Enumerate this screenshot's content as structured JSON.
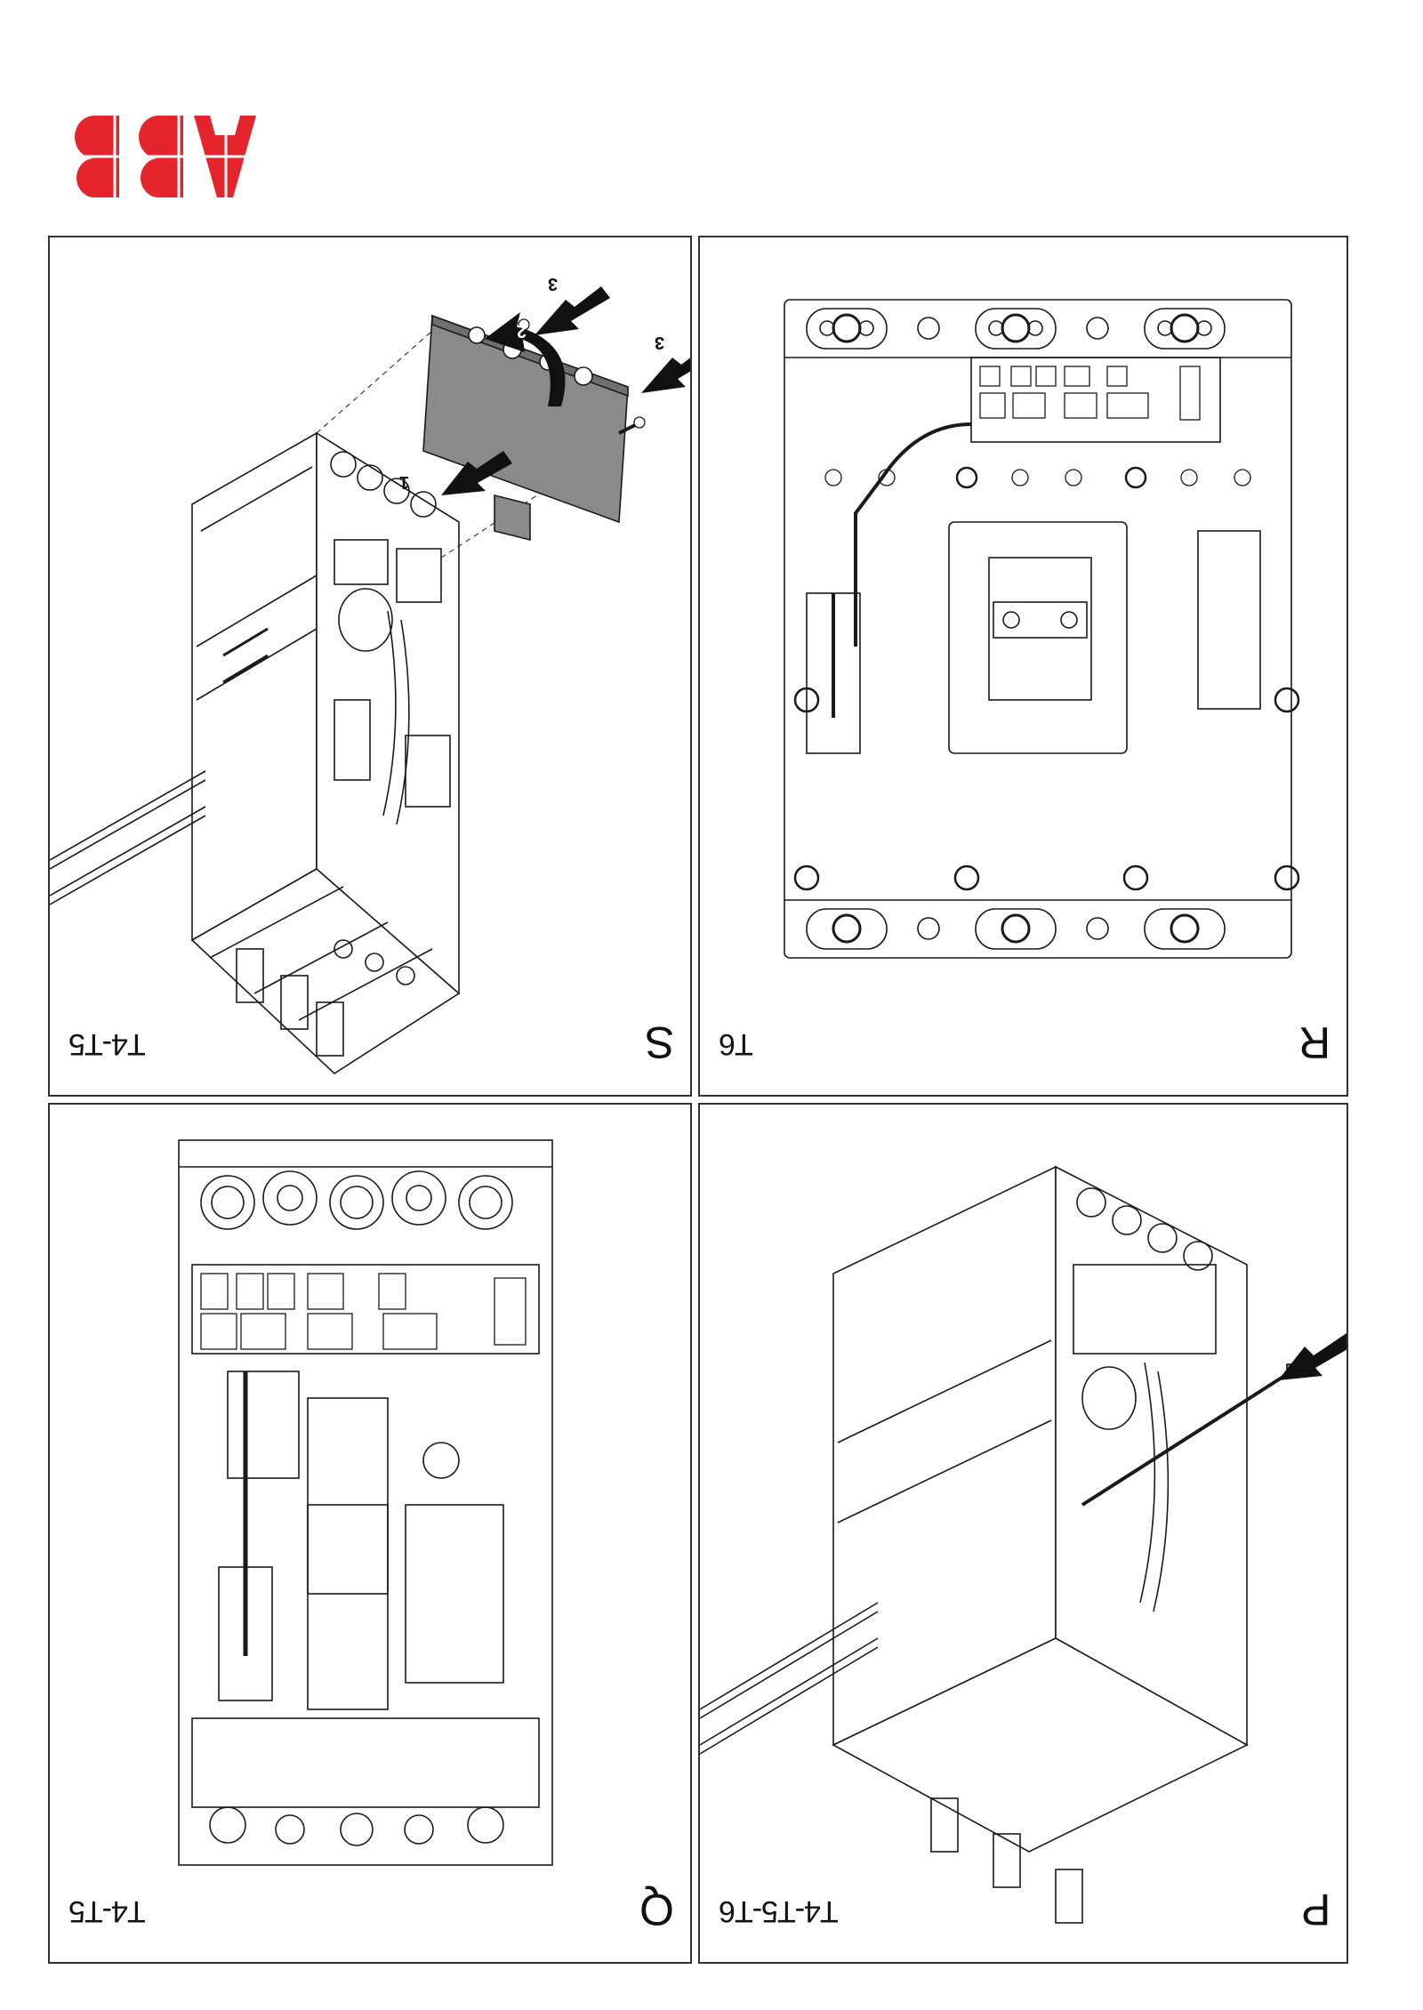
{
  "logo": {
    "text": "ABB",
    "color": "#e4262c",
    "orientation": "rotated-180"
  },
  "panels": [
    {
      "id": "S",
      "letter": "S",
      "model": "T4-T5",
      "figure": "cover-removal-exploded-view",
      "steps": [
        "1",
        "2",
        "3",
        "3"
      ]
    },
    {
      "id": "R",
      "letter": "R",
      "model": "T6",
      "figure": "front-view-with-wiring"
    },
    {
      "id": "Q",
      "letter": "Q",
      "model": "T4-T5",
      "figure": "front-view-terminal-block"
    },
    {
      "id": "P",
      "letter": "P",
      "model": "T4-T5-T6",
      "figure": "cable-insertion-isometric"
    }
  ],
  "colors": {
    "line": "#1a1a1a",
    "cover": "#8a8a8a",
    "border": "#333333"
  }
}
